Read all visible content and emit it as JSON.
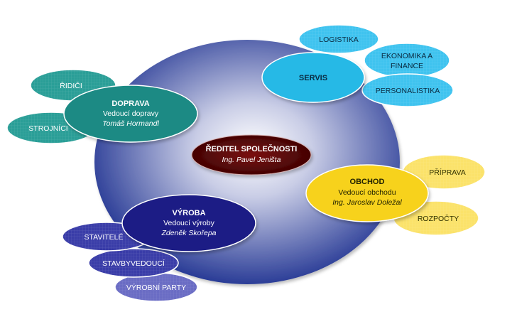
{
  "director": {
    "title": "ŘEDITEL SPOLEČNOSTI",
    "name": "Ing. Pavel Jeništa"
  },
  "departments": {
    "servis": {
      "title": "SERVIS",
      "subunits": [
        "LOGISTIKA",
        "EKONOMIKA A",
        "FINANCE",
        "PERSONALISTIKA"
      ]
    },
    "doprava": {
      "title": "DOPRAVA",
      "role": "Vedoucí dopravy",
      "name": "Tomáš Hormandl",
      "subunits": [
        "ŘIDIČI",
        "STROJNÍCI"
      ]
    },
    "obchod": {
      "title": "OBCHOD",
      "role": "Vedoucí obchodu",
      "name": "Ing. Jaroslav Doležal",
      "subunits": [
        "PŘÍPRAVA",
        "ROZPOČTY"
      ]
    },
    "vyroba": {
      "title": "VÝROBA",
      "role": "Vedoucí výroby",
      "name": "Zdeněk Skořepa",
      "subunits": [
        "STAVITELÉ",
        "STAVBYVEDOUCÍ",
        "VÝROBNÍ PARTY"
      ]
    }
  },
  "colors": {
    "main_center": "#ffffff",
    "main_edge": "#2b3d97",
    "director": "#5a0808",
    "servis": "#28b9e6",
    "servis_sub": "#3fc3ef",
    "doprava": "#1a8a84",
    "doprava_sub": "#2a9e97",
    "obchod": "#f7d21c",
    "obchod_sub": "#fbe26a",
    "vyroba": "#1a1f85",
    "vyroba_sub": "#3a3da8",
    "vyroba_sub2": "#6a6cc4"
  }
}
